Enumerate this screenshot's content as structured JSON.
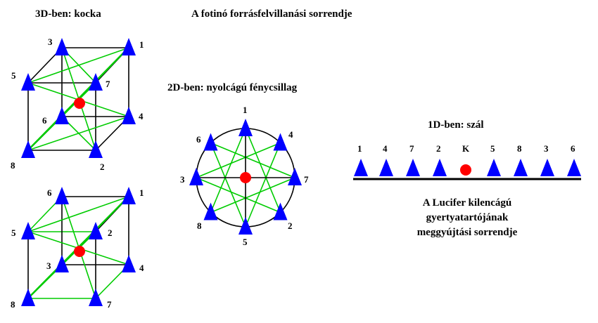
{
  "main_title": "A fotinó forrásfelvillanási sorrendje",
  "cube_section_title": "3D-ben: kocka",
  "star_section_title": "2D-ben: nyolcágú fénycsillag",
  "line_section_title": "1D-ben: szál",
  "lucifer_caption": [
    "A Lucifer kilencágú",
    "gyertyatartójának",
    "meggyújtási sorrendje"
  ],
  "cube_top_labels": {
    "v1": "1",
    "v3": "3",
    "v5": "5",
    "v7": "7",
    "v6": "6",
    "v4": "4",
    "v8": "8",
    "v2": "2"
  },
  "cube_bottom_labels": {
    "v1": "1",
    "v6": "6",
    "v5": "5",
    "v2": "2",
    "v3": "3",
    "v4": "4",
    "v8": "8",
    "v7": "7"
  },
  "star_labels": {
    "v1": "1",
    "v4": "4",
    "v7": "7",
    "v2": "2",
    "v5": "5",
    "v8": "8",
    "v3": "3",
    "v6": "6"
  },
  "line_labels": [
    "1",
    "4",
    "7",
    "2",
    "K",
    "5",
    "8",
    "3",
    "6"
  ],
  "colors": {
    "marker": "#0000ff",
    "center": "#ff0000",
    "green_edge": "#00cc00",
    "black_edge": "#000000"
  }
}
